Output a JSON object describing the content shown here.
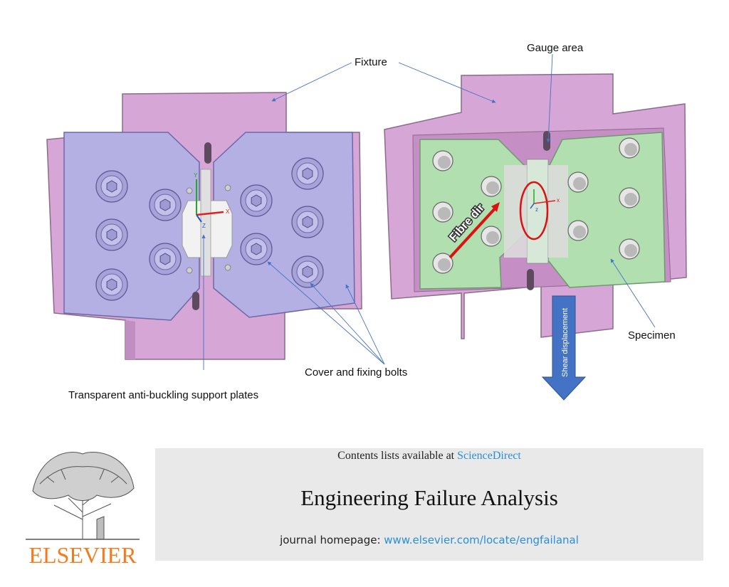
{
  "figure": {
    "labels": {
      "fixture": "Fixture",
      "gauge_area": "Gauge area",
      "fibre_dir": "Fibre dir",
      "shear_displacement": "Shear displacement",
      "specimen": "Specimen",
      "cover_bolts": "Cover and fixing bolts",
      "support_plates": "Transparent anti-buckling support plates"
    },
    "axis_labels": {
      "x": "X",
      "y": "Y",
      "z": "Z",
      "x2": "x",
      "z2": "z"
    },
    "colors": {
      "fixture": "#d6a6d6",
      "cover_plate": "#b4b0e4",
      "specimen": "#b2dfb0",
      "arrow_blue": "#4472c4",
      "fibre_arrow": "#dd1111"
    }
  },
  "header": {
    "publisher_logo": "ELSEVIER",
    "contents_prefix": "Contents lists available at",
    "contents_link": "ScienceDirect",
    "journal_title": "Engineering Failure Analysis",
    "homepage_prefix": "journal homepage:",
    "homepage_url": "www.elsevier.com/locate/engfailanal"
  }
}
